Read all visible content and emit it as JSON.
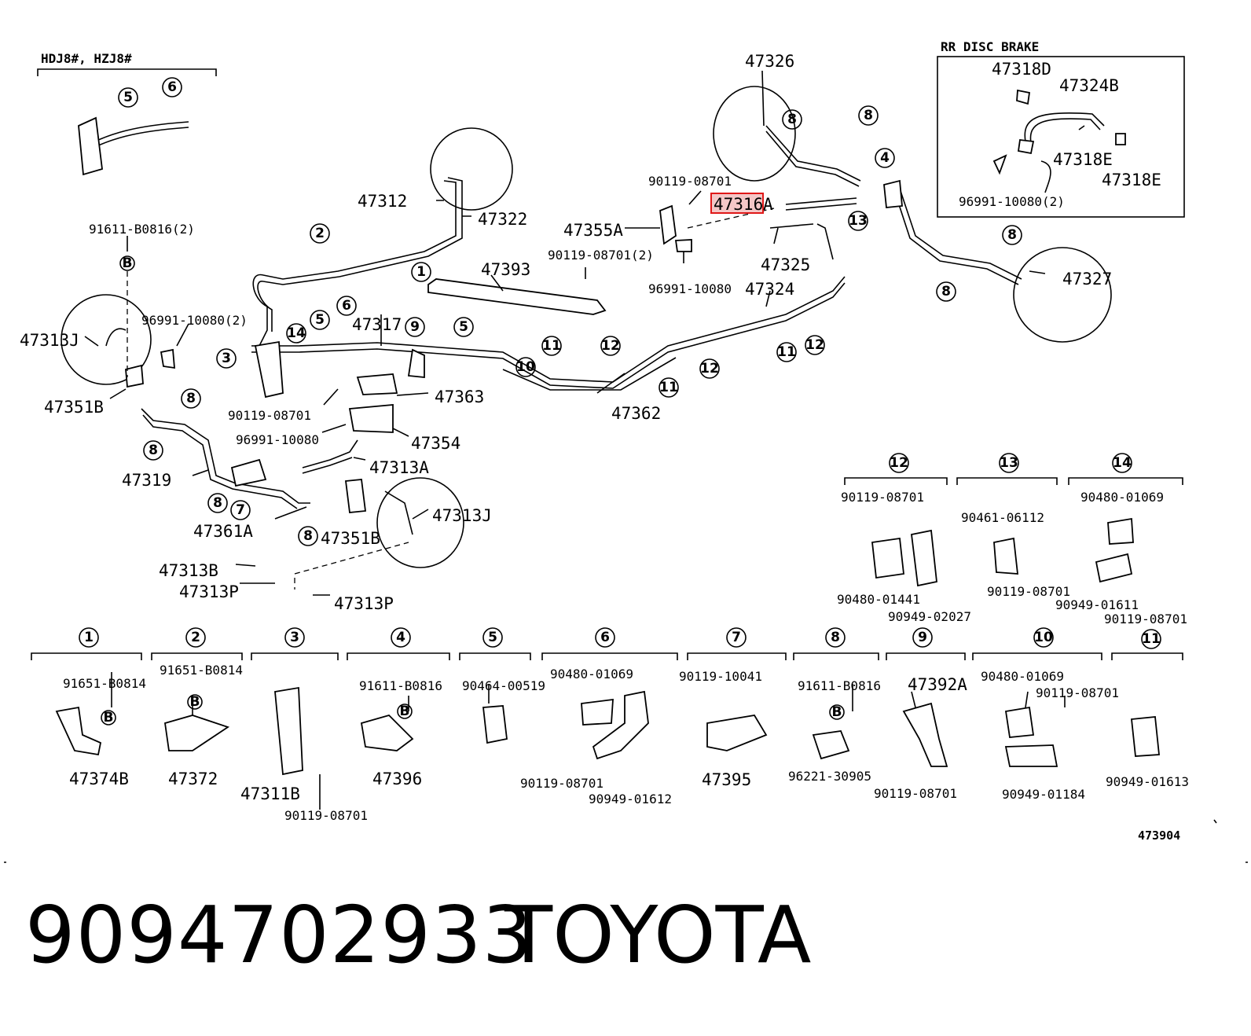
{
  "diagram": {
    "variant_header": "HDJ8#, HZJ8#",
    "inset_header": "RR DISC BRAKE",
    "highlight_part": "47316",
    "highlight_suffix": "A",
    "catalog_code": "473904",
    "accent_color": "#e01818",
    "main_labels": [
      "47312",
      "47322",
      "47326",
      "47355A",
      "47393",
      "47325",
      "47324",
      "47327",
      "47313J",
      "47351B",
      "47317",
      "47363",
      "47362",
      "47354",
      "47313A",
      "47319",
      "47361A",
      "47351B",
      "47313J",
      "47313B",
      "47313P",
      "47313P",
      "47318D",
      "47324B",
      "47318E",
      "47318E"
    ],
    "small_labels": [
      "91611-B0816(2)",
      "96991-10080(2)",
      "90119-08701",
      "90119-08701(2)",
      "96991-10080",
      "90119-08701",
      "96991-10080",
      "96991-10080(2)"
    ],
    "callout_numbers": [
      "5",
      "6",
      "2",
      "1",
      "8",
      "8",
      "4",
      "13",
      "8",
      "8",
      "3",
      "14",
      "5",
      "6",
      "9",
      "5",
      "10",
      "11",
      "12",
      "11",
      "12",
      "11",
      "12",
      "8",
      "8",
      "7",
      "8",
      "8"
    ],
    "detail_headers": [
      "1",
      "2",
      "3",
      "4",
      "5",
      "6",
      "7",
      "8",
      "9",
      "10",
      "11",
      "12",
      "13",
      "14"
    ],
    "detail_labels": [
      "91651-B0814",
      "47374B",
      "91651-B0814",
      "47372",
      "47311B",
      "90119-08701",
      "91611-B0816",
      "47396",
      "90464-00519",
      "90480-01069",
      "90119-08701",
      "90949-01612",
      "90119-10041",
      "47395",
      "91611-B0816",
      "96221-30905",
      "47392A",
      "90119-08701",
      "90480-01069",
      "90119-08701",
      "90949-01184",
      "90949-01613",
      "90119-08701",
      "90480-01441",
      "90949-02027",
      "90461-06112",
      "90119-08701",
      "90480-01069",
      "90949-01611",
      "90119-08701"
    ],
    "bolt_marker": "B"
  },
  "footer": {
    "part_number": "9094702933",
    "brand": "TOYOTA"
  }
}
